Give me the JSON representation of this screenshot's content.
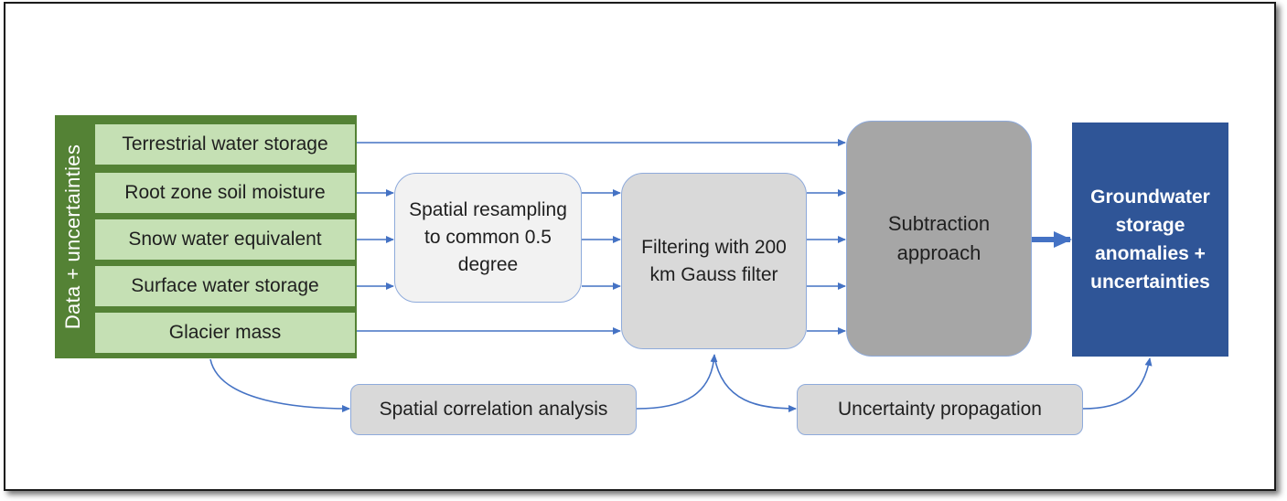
{
  "inputs": {
    "group_label": "Data + uncertainties",
    "items": [
      "Terrestrial water storage",
      "Root zone soil moisture",
      "Snow water equivalent",
      "Surface water storage",
      "Glacier mass"
    ]
  },
  "steps": {
    "resampling": "Spatial resampling to common 0.5 degree",
    "filtering": "Filtering with 200 km Gauss filter",
    "subtraction": "Subtraction approach",
    "output": "Groundwater storage anomalies + uncertainties",
    "correlation": "Spatial correlation analysis",
    "propagation": "Uncertainty propagation"
  },
  "colors": {
    "group_green": "#548235",
    "row_green": "#c5e0b4",
    "output_blue": "#2f5597",
    "arrow_blue": "#4472c4"
  }
}
